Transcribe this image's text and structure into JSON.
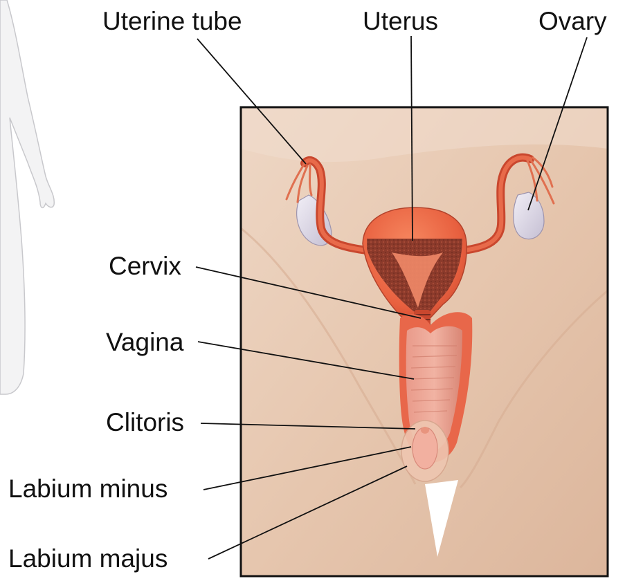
{
  "labels": {
    "uterine_tube": "Uterine tube",
    "uterus": "Uterus",
    "ovary": "Ovary",
    "cervix": "Cervix",
    "vagina": "Vagina",
    "clitoris": "Clitoris",
    "labium_minus": "Labium minus",
    "labium_majus": "Labium majus"
  },
  "colors": {
    "background": "#ffffff",
    "skin": "#e7c9b3",
    "tissue": "#e8674a",
    "tissue_dark": "#b8452f",
    "section": "#8c3b2c",
    "ovary": "#dcd6e6",
    "leader_line": "#111111"
  }
}
